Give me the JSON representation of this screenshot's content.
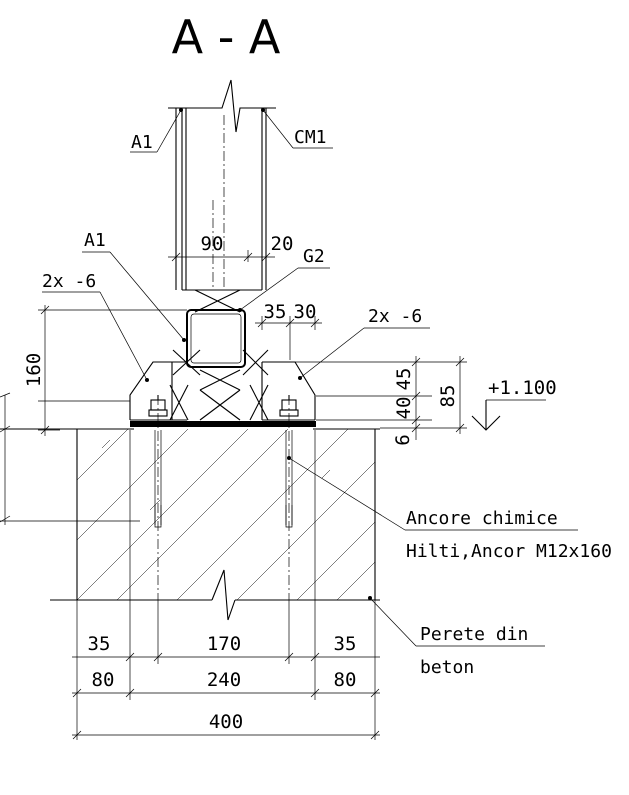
{
  "title": "A - A",
  "labels": {
    "a1_top": "A1",
    "cm1": "CM1",
    "a1_mid": "A1",
    "plate_left": "2x -6",
    "g2": "G2",
    "plate_right": "2x -6",
    "elevation": "+1.100",
    "anchors_line1": "Ancore chimice",
    "anchors_line2": "Hilti,Ancor M12x160",
    "wall_line1": "Perete din",
    "wall_line2": "beton"
  },
  "dimensions": {
    "d90": "90",
    "d20": "20",
    "d35_top": "35",
    "d30_top": "30",
    "d160": "160",
    "d45": "45",
    "d40": "40",
    "d85": "85",
    "d6": "6",
    "d35_left": "35",
    "d170": "170",
    "d35_right": "35",
    "d80_left": "80",
    "d240": "240",
    "d80_right": "80",
    "d400": "400"
  }
}
